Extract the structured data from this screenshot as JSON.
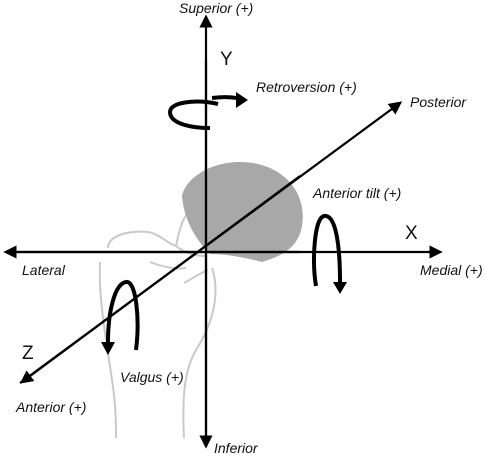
{
  "labels": {
    "superior": "Superior (+)",
    "inferior": "Inferior",
    "lateral": "Lateral",
    "medial": "Medial (+)",
    "posterior": "Posterior",
    "anterior": "Anterior (+)",
    "retroversion": "Retroversion (+)",
    "anterior_tilt": "Anterior tilt (+)",
    "valgus": "Valgus (+)"
  },
  "axes": {
    "x": "X",
    "y": "Y",
    "z": "Z"
  },
  "colors": {
    "femoral_head": "#a8a8a8",
    "bone_outline": "#c9c9c9",
    "axis": "#000000"
  },
  "icons": {
    "rotation_y": "curved-rotation-arrow",
    "rotation_x": "curved-rotation-arrow",
    "rotation_z": "curved-rotation-arrow"
  }
}
